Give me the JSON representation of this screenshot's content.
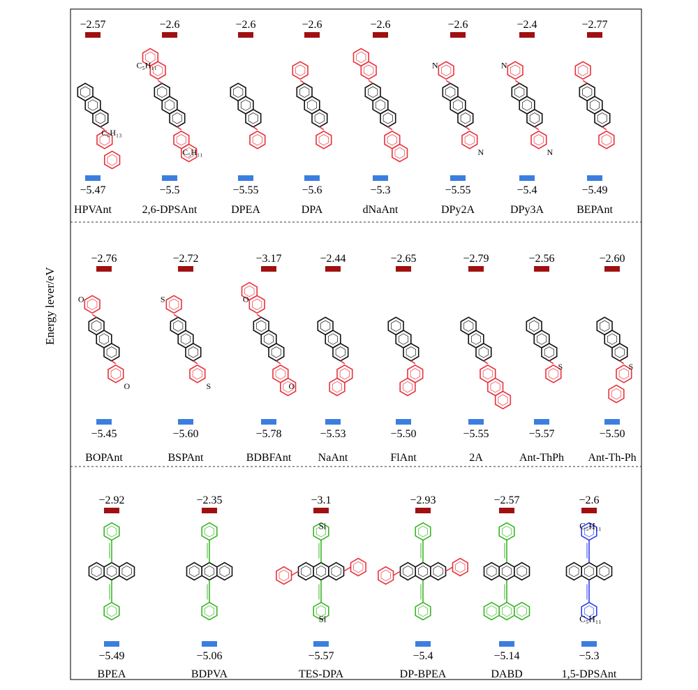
{
  "axis_title": "Energy lever/eV",
  "colors": {
    "lumo": "#a01010",
    "homo": "#3b7ee0",
    "red": "#e8323c",
    "black": "#111111",
    "green": "#3ab526",
    "blue": "#2d3cf0",
    "frame": "#222222"
  },
  "rows": [
    {
      "molecules": [
        {
          "name": "HPVAnt",
          "lumo": "−2.57",
          "homo": "−5.47",
          "substituents": [
            "C₆H₁₃"
          ]
        },
        {
          "name": "2,6-DPSAnt",
          "lumo": "−2.6",
          "homo": "−5.5",
          "substituents": [
            "C₅H₁₁",
            "C₅H₁₁"
          ]
        },
        {
          "name": "DPEA",
          "lumo": "−2.6",
          "homo": "−5.55",
          "substituents": []
        },
        {
          "name": "DPA",
          "lumo": "−2.6",
          "homo": "−5.6",
          "substituents": []
        },
        {
          "name": "dNaAnt",
          "lumo": "−2.6",
          "homo": "−5.3",
          "substituents": []
        },
        {
          "name": "DPy2A",
          "lumo": "−2.6",
          "homo": "−5.55",
          "substituents": [
            "N",
            "N"
          ]
        },
        {
          "name": "DPy3A",
          "lumo": "−2.4",
          "homo": "−5.4",
          "substituents": [
            "N",
            "N"
          ]
        },
        {
          "name": "BEPAnt",
          "lumo": "−2.77",
          "homo": "−5.49",
          "substituents": []
        }
      ]
    },
    {
      "molecules": [
        {
          "name": "BOPAnt",
          "lumo": "−2.76",
          "homo": "−5.45",
          "substituents": [
            "O",
            "O"
          ]
        },
        {
          "name": "BSPAnt",
          "lumo": "−2.72",
          "homo": "−5.60",
          "substituents": [
            "S",
            "S"
          ]
        },
        {
          "name": "BDBFAnt",
          "lumo": "−3.17",
          "homo": "−5.78",
          "substituents": [
            "O",
            "O"
          ]
        },
        {
          "name": "NaAnt",
          "lumo": "−2.44",
          "homo": "−5.53",
          "substituents": []
        },
        {
          "name": "FlAnt",
          "lumo": "−2.65",
          "homo": "−5.50",
          "substituents": []
        },
        {
          "name": "2A",
          "lumo": "−2.79",
          "homo": "−5.55",
          "substituents": []
        },
        {
          "name": "Ant-ThPh",
          "lumo": "−2.56",
          "homo": "−5.57",
          "substituents": [
            "S"
          ]
        },
        {
          "name": "Ant-Th-Ph",
          "lumo": "−2.60",
          "homo": "−5.50",
          "substituents": [
            "S"
          ]
        }
      ]
    },
    {
      "molecules": [
        {
          "name": "BPEA",
          "lumo": "−2.92",
          "homo": "−5.49",
          "substituents": []
        },
        {
          "name": "BDPVA",
          "lumo": "−2.35",
          "homo": "−5.06",
          "substituents": []
        },
        {
          "name": "TES-DPA",
          "lumo": "−3.1",
          "homo": "−5.57",
          "substituents": [
            "Si",
            "Si"
          ]
        },
        {
          "name": "DP-BPEA",
          "lumo": "−2.93",
          "homo": "−5.4",
          "substituents": []
        },
        {
          "name": "DABD",
          "lumo": "−2.57",
          "homo": "−5.14",
          "substituents": []
        },
        {
          "name": "1,5-DPSAnt",
          "lumo": "−2.6",
          "homo": "−5.3",
          "substituents": [
            "C₅H₁₁",
            "C₅H₁₁"
          ]
        }
      ]
    }
  ]
}
